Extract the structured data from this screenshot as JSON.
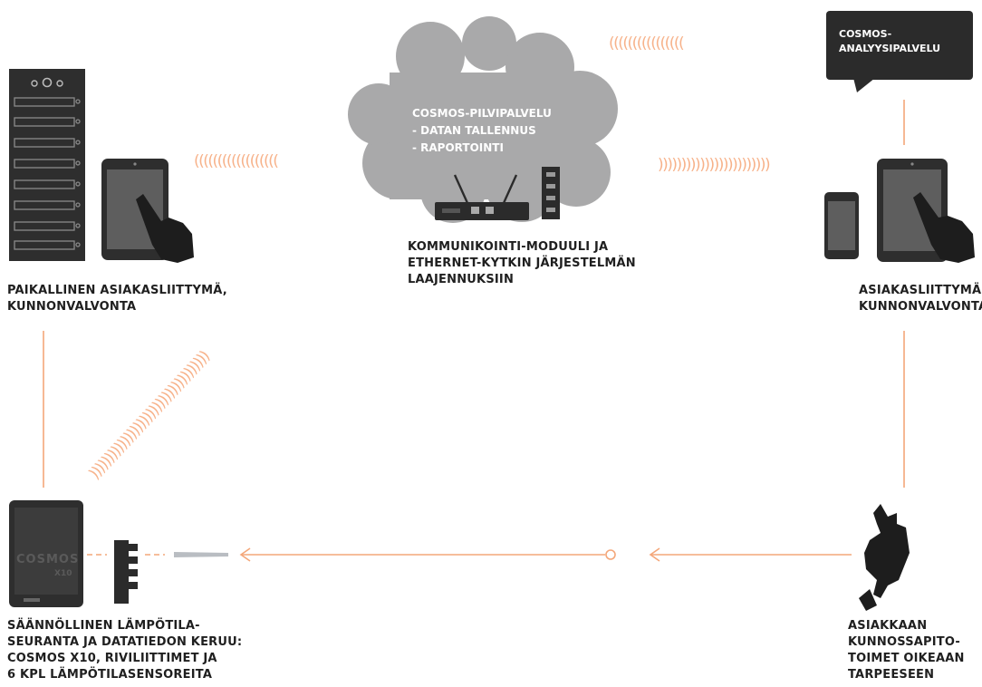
{
  "colors": {
    "accent": "#f4a77a",
    "dark": "#2b2b2b",
    "cloud": "#a9a9aa",
    "text": "#1f1f1f"
  },
  "cloud": {
    "lines": [
      "COSMOS-PILVIPALVELU",
      "- DATAN TALLENNUS",
      "- RAPORTOINTI"
    ]
  },
  "bubble": {
    "lines": [
      "COSMOS-",
      "ANALYYSIPALVELU"
    ]
  },
  "labels": {
    "local_ui": [
      "PAIKALLINEN ASIAKASLIITTYMÄ,",
      "KUNNONVALVONTA"
    ],
    "module": [
      "KOMMUNIKOINTI-MODUULI JA",
      "ETHERNET-KYTKIN JÄRJESTELMÄN",
      "LAAJENNUKSIIN"
    ],
    "client_ui": [
      "ASIAKASLIITTYMÄ,",
      "KUNNONVALVONTA"
    ],
    "monitoring": [
      "SÄÄNNÖLLINEN LÄMPÖTILA-",
      "SEURANTA JA DATATIEDON KERUU:",
      "COSMOS X10, RIVILIITTIMET JA",
      "6 KPL LÄMPÖTILASENSOREITA"
    ],
    "maintenance": [
      "ASIAKKAAN",
      "KUNNOSSAPITO-",
      "TOIMET OIKEAAN",
      "TARPEESEEN"
    ]
  },
  "device_brand": {
    "name": "COSMOS",
    "model": "X10"
  },
  "waves": {
    "top_left": "((((((((((((((((((",
    "cloud_left": "((((((((((((((((",
    "cloud_right": "))))))))))))))))))))))))",
    "diagonal": "))))))))))))))))))))))))))))))))))))"
  },
  "icons": [
    "server-rack-icon",
    "tablet-touch-icon",
    "cloud-icon",
    "router-icon",
    "ethernet-switch-icon",
    "speech-bubble-icon",
    "phone-icon",
    "cosmos-x10-device-icon",
    "terminal-block-icon",
    "temperature-sensor-icon",
    "wrench-hand-icon"
  ]
}
